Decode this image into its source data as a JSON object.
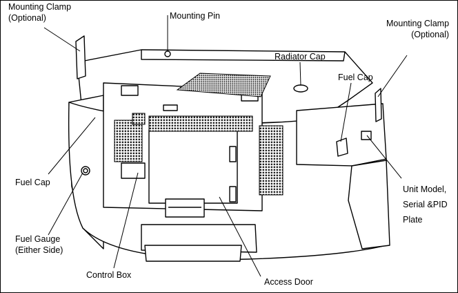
{
  "labels": {
    "mounting_clamp_left": {
      "line1": "Mounting Clamp",
      "line2": "(Optional)"
    },
    "mounting_pin": "Mounting Pin",
    "mounting_clamp_right": {
      "line1": "Mounting Clamp",
      "line2": "(Optional)"
    },
    "radiator_cap": "Radiator Cap",
    "fuel_cap_right": "Fuel Cap",
    "fuel_cap_left": "Fuel Cap",
    "unit_model": {
      "line1": "Unit Model,",
      "line2": "Serial &PID",
      "line3": "Plate"
    },
    "fuel_gauge": {
      "line1": "Fuel Gauge",
      "line2": "(Either Side)"
    },
    "control_box": "Control Box",
    "access_door": "Access Door"
  }
}
